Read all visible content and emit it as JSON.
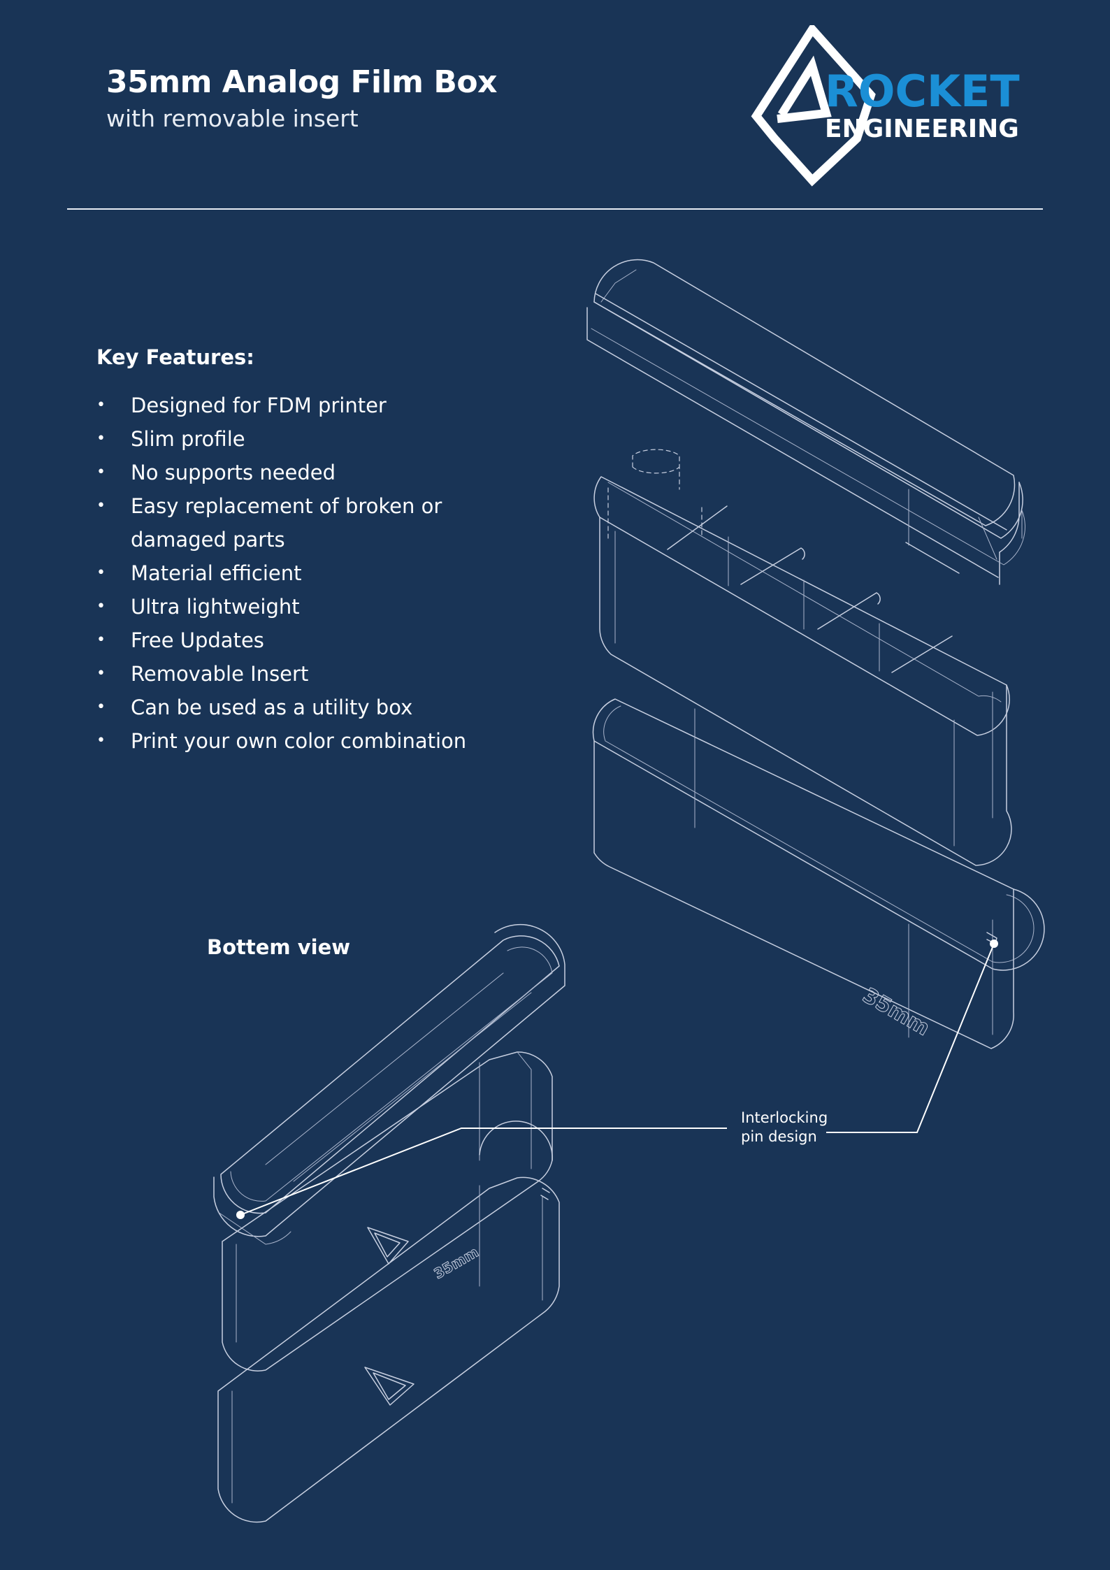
{
  "header": {
    "title": "35mm Analog Film Box",
    "subtitle": "with removable insert"
  },
  "logo": {
    "line1": "ROCKET",
    "line2": "ENGINEERING",
    "accent_color": "#1b8fd6",
    "icon": "rocket-diamond-logo-icon"
  },
  "features": {
    "heading": "Key Features:",
    "items": [
      "Designed for FDM printer",
      "Slim profile",
      "No supports needed",
      "Easy replacement of broken or damaged parts",
      "Material efficient",
      "Ultra lightweight",
      "Free Updates",
      "Removable Insert",
      "Can be used as a utility box",
      "Print your own color combination"
    ]
  },
  "bottom_view": {
    "heading": "Bottem view"
  },
  "callout": {
    "line1": "Interlocking",
    "line2": "pin design"
  },
  "embossed_label": "35mm",
  "colors": {
    "background": "#193456",
    "line": "#c7cfe0",
    "text": "#ffffff"
  }
}
